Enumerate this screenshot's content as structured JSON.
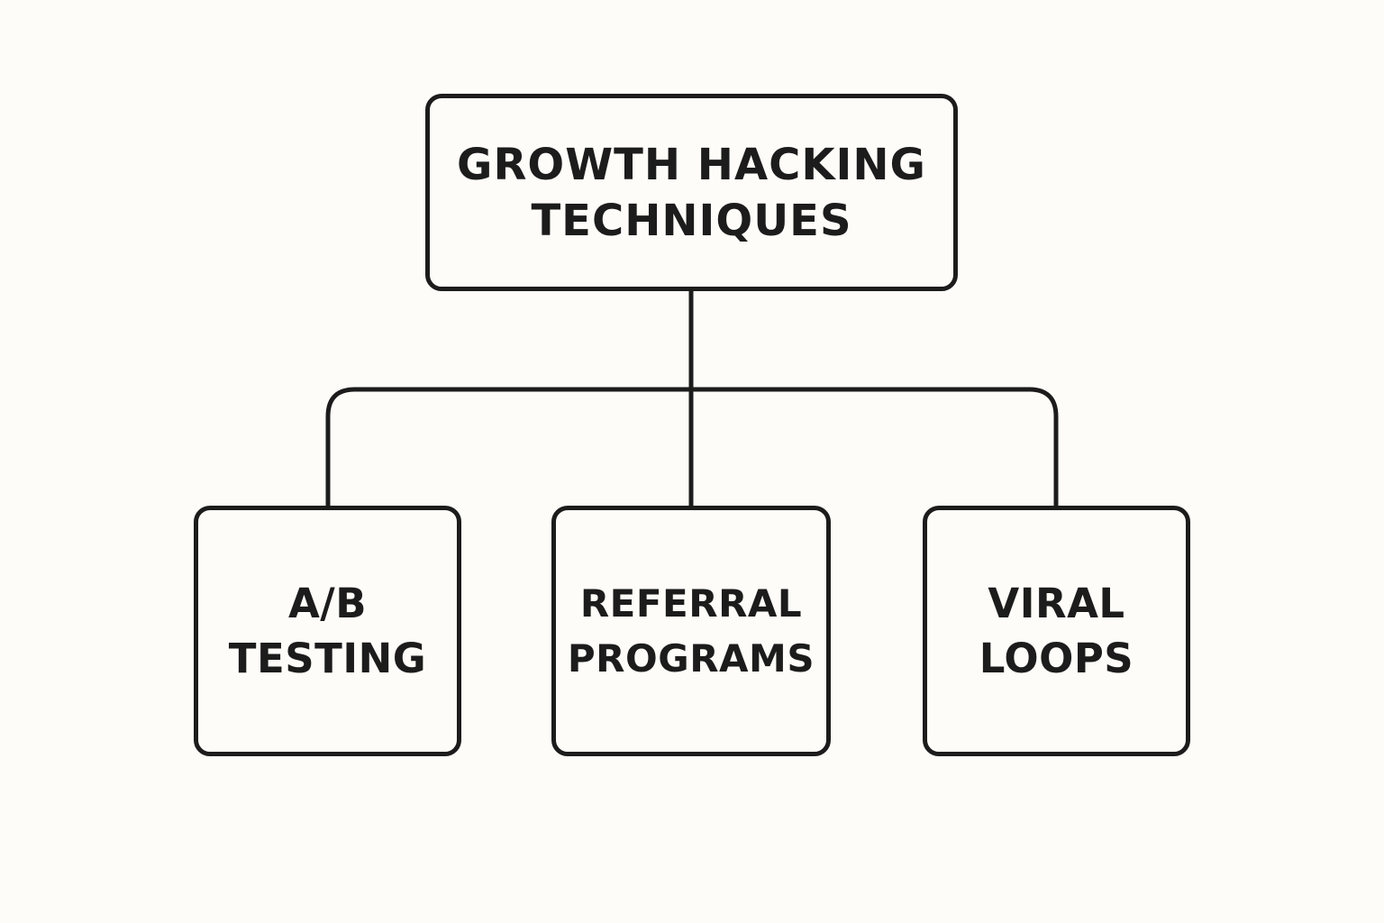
{
  "diagram": {
    "root": {
      "lines": [
        "GROWTH HACKING",
        "TECHNIQUES"
      ]
    },
    "children": [
      {
        "lines": [
          "A/B",
          "TESTING"
        ]
      },
      {
        "lines": [
          "REFERRAL",
          "PROGRAMS"
        ]
      },
      {
        "lines": [
          "VIRAL",
          "LOOPS"
        ]
      }
    ]
  },
  "colors": {
    "background": "#fdfcf8",
    "stroke": "#1c1c1c",
    "text": "#1c1c1c"
  }
}
